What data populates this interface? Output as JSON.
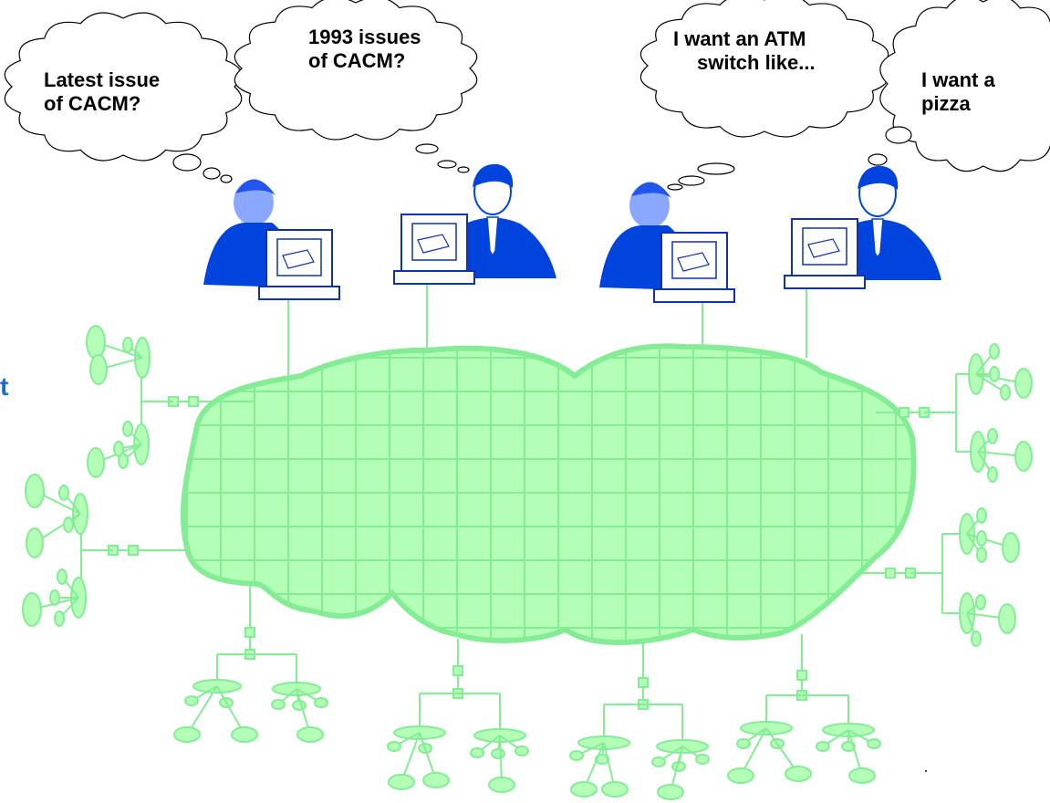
{
  "colors": {
    "network_fill": "#b3ffb8",
    "network_line": "#85ec96",
    "person_blue": "#0044dd",
    "computer_line": "#1133aa",
    "computer_fill": "#ffffff",
    "side_letter": "#1a6bd0"
  },
  "side_text": {
    "letter": "t"
  },
  "thoughts": [
    {
      "id": "latest-issue",
      "lines": [
        "Latest issue",
        "of CACM?"
      ]
    },
    {
      "id": "issues-1993",
      "lines": [
        "1993 issues",
        "of CACM?"
      ]
    },
    {
      "id": "atm-switch",
      "lines": [
        "I want an ATM",
        "switch like..."
      ]
    },
    {
      "id": "pizza",
      "lines": [
        "I want a",
        "pizza"
      ]
    }
  ],
  "users": [
    {
      "id": "user-1",
      "gender": "female"
    },
    {
      "id": "user-2",
      "gender": "male"
    },
    {
      "id": "user-3",
      "gender": "female"
    },
    {
      "id": "user-4",
      "gender": "male"
    }
  ],
  "icons": {
    "network_cloud": "network-cloud-icon",
    "thought_bubble": "thought-bubble-icon",
    "person": "person-icon",
    "computer": "computer-icon",
    "node_cluster": "node-cluster-icon"
  }
}
